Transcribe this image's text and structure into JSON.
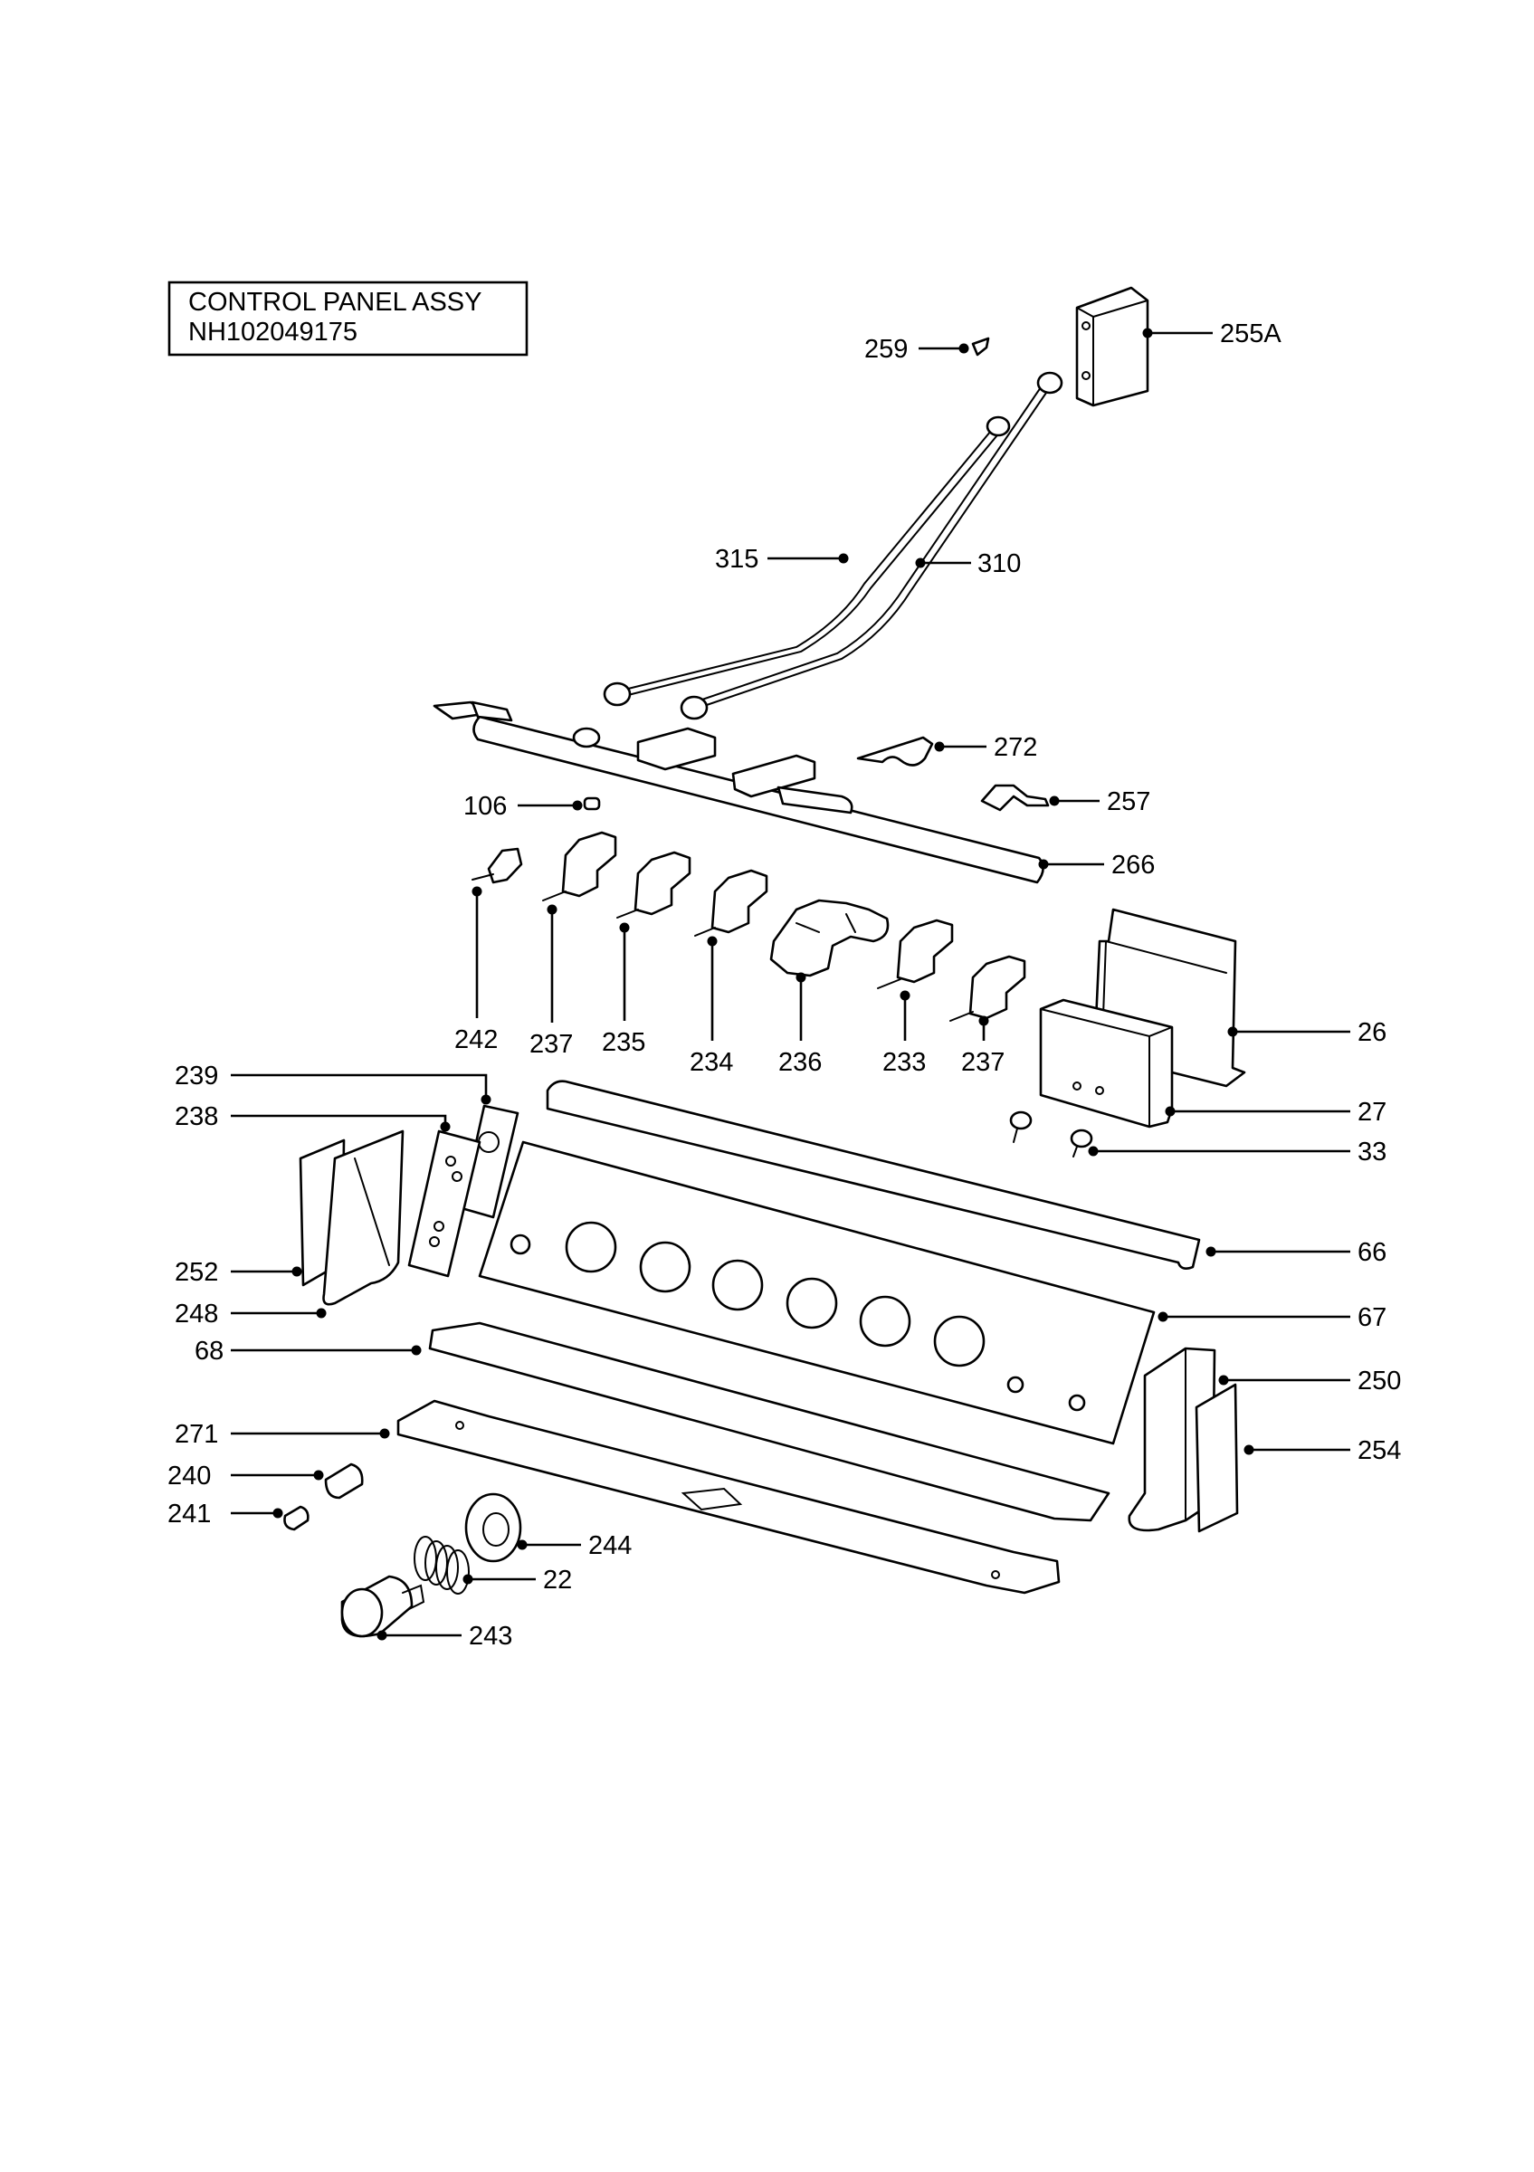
{
  "title": {
    "line1": "CONTROL PANEL ASSY",
    "line2": "NH102049175"
  },
  "callouts": [
    {
      "id": "255A",
      "label": "255A"
    },
    {
      "id": "259",
      "label": "259"
    },
    {
      "id": "315",
      "label": "315"
    },
    {
      "id": "310",
      "label": "310"
    },
    {
      "id": "272",
      "label": "272"
    },
    {
      "id": "257",
      "label": "257"
    },
    {
      "id": "106",
      "label": "106"
    },
    {
      "id": "266",
      "label": "266"
    },
    {
      "id": "242",
      "label": "242"
    },
    {
      "id": "237a",
      "label": "237"
    },
    {
      "id": "235",
      "label": "235"
    },
    {
      "id": "234",
      "label": "234"
    },
    {
      "id": "236",
      "label": "236"
    },
    {
      "id": "233",
      "label": "233"
    },
    {
      "id": "237b",
      "label": "237"
    },
    {
      "id": "26",
      "label": "26"
    },
    {
      "id": "27",
      "label": "27"
    },
    {
      "id": "33",
      "label": "33"
    },
    {
      "id": "239",
      "label": "239"
    },
    {
      "id": "238",
      "label": "238"
    },
    {
      "id": "252",
      "label": "252"
    },
    {
      "id": "248",
      "label": "248"
    },
    {
      "id": "66",
      "label": "66"
    },
    {
      "id": "67",
      "label": "67"
    },
    {
      "id": "68",
      "label": "68"
    },
    {
      "id": "250",
      "label": "250"
    },
    {
      "id": "254",
      "label": "254"
    },
    {
      "id": "271",
      "label": "271"
    },
    {
      "id": "240",
      "label": "240"
    },
    {
      "id": "241",
      "label": "241"
    },
    {
      "id": "244",
      "label": "244"
    },
    {
      "id": "22",
      "label": "22"
    },
    {
      "id": "243",
      "label": "243"
    }
  ]
}
